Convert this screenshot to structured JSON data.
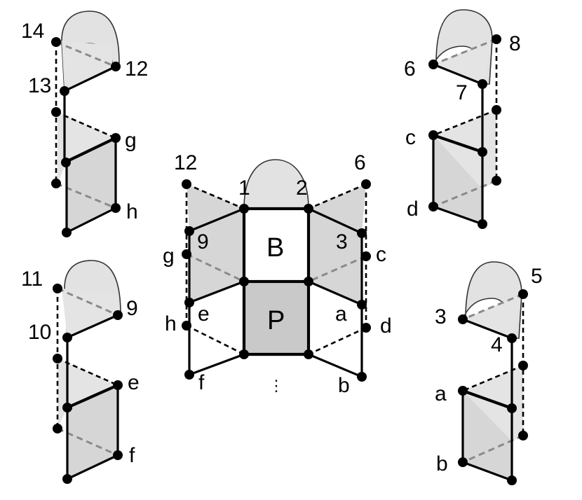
{
  "center": {
    "top_labels": [
      "12",
      "1",
      "2",
      "6"
    ],
    "left_labels": [
      "9",
      "g",
      "e",
      "h",
      "f"
    ],
    "right_labels": [
      "3",
      "c",
      "a",
      "d",
      "b"
    ],
    "face_top": "B",
    "face_bottom": "P",
    "ellipsis": "⋮"
  },
  "top_left": {
    "labels": [
      "14",
      "12",
      "13",
      "g",
      "h"
    ]
  },
  "bottom_left": {
    "labels": [
      "11",
      "9",
      "10",
      "e",
      "f"
    ]
  },
  "top_right": {
    "labels": [
      "8",
      "6",
      "7",
      "c",
      "d"
    ]
  },
  "bottom_right": {
    "labels": [
      "5",
      "3",
      "4",
      "a",
      "b"
    ]
  }
}
